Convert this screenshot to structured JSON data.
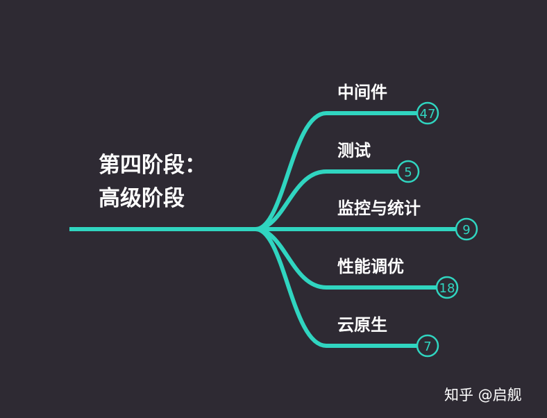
{
  "root": {
    "line1": "第四阶段：",
    "line2": "高级阶段"
  },
  "branches": [
    {
      "label": "中间件",
      "count": "47"
    },
    {
      "label": "测试",
      "count": "5"
    },
    {
      "label": "监控与统计",
      "count": "9"
    },
    {
      "label": "性能调优",
      "count": "18"
    },
    {
      "label": "云原生",
      "count": "7"
    }
  ],
  "watermark": "知乎 @启舰",
  "colors": {
    "background": "#2e2a33",
    "line": "#30d5c0",
    "text": "#ffffff"
  }
}
